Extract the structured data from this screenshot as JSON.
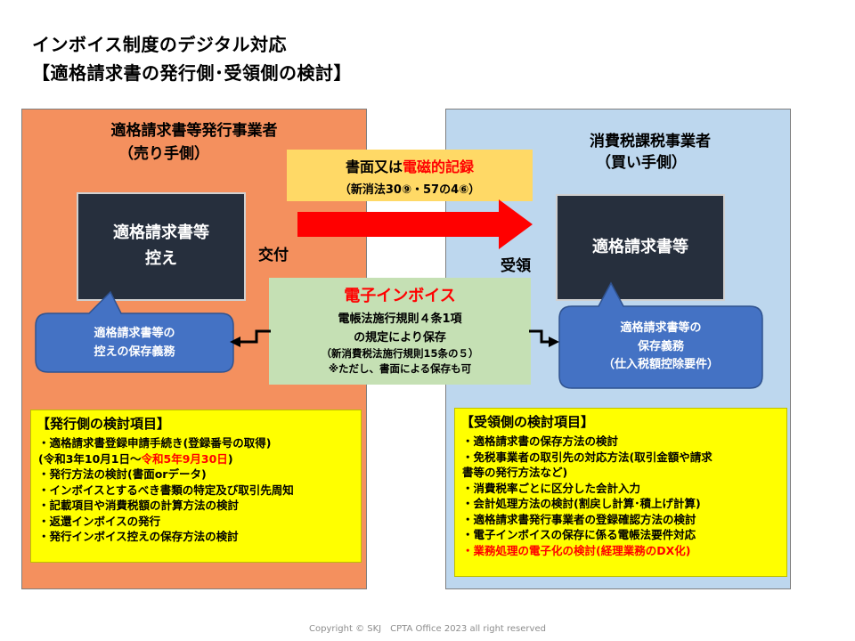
{
  "title": {
    "line1": "インボイス制度のデジタル対応",
    "line2": "【適格請求書の発行側･受領側の検討】"
  },
  "left_panel": {
    "heading1": "適格請求書等発行事業者",
    "heading2": "（売り手側）",
    "doc_box_line1": "適格請求書等",
    "doc_box_line2": "控え",
    "callout_line1": "適格請求書等の",
    "callout_line2": "控えの保存義務"
  },
  "right_panel": {
    "heading1": "消費税課税事業者",
    "heading2": "（買い手側）",
    "doc_box": "適格請求書等",
    "callout_line1": "適格請求書等の",
    "callout_line2": "保存義務",
    "callout_line3": "（仕入税額控除要件）"
  },
  "flow": {
    "issue_label": "交付",
    "receive_label": "受領",
    "medium_prefix": "書面又は",
    "medium_highlight": "電磁的記録",
    "medium_law": "（新消法30⑨・57の4⑥）",
    "einvoice_title": "電子インボイス",
    "einvoice_line1": "電帳法施行規則４条1項",
    "einvoice_line2": "の規定により保存",
    "einvoice_line3": "（新消費税法施行規則15条の５）",
    "einvoice_line4": "※ただし、書面による保存も可"
  },
  "issuer_checklist": {
    "heading": "【発行側の検討項目】",
    "items": [
      "・適格請求書登録申請手続き(登録番号の取得)",
      "(令和3年10月1日～",
      "令和5年9月30日",
      ")",
      "・発行方法の検討(書面orデータ)",
      "・インボイスとするべき書類の特定及び取引先周知",
      "・記載項目や消費税額の計算方法の検討",
      "・返還インボイスの発行",
      "・発行インボイス控えの保存方法の検討"
    ]
  },
  "receiver_checklist": {
    "heading": "【受領側の検討項目】",
    "items": [
      "・適格請求書の保存方法の検討",
      "・免税事業者の取引先の対応方法(取引金額や請求",
      "書等の発行方法など)",
      "・消費税率ごとに区分した会計入力",
      "・会計処理方法の検討(割戻し計算･積上げ計算)",
      "・適格請求書発行事業者の登録確認方法の検討",
      "・電子インボイスの保存に係る電帳法要件対応",
      "・業務処理の電子化の検討(経理業務のDX化)"
    ]
  },
  "copyright": "Copyright © SKJ　CPTA Office 2023 all right reserved",
  "colors": {
    "seller_panel": "#f4905e",
    "buyer_panel": "#bdd7ee",
    "doc_box": "#262f3d",
    "callout": "#4472c4",
    "arrow": "#ff0000",
    "highlight_red": "#ff0000",
    "checklist_bg": "#ffff00",
    "law_box": "#ffd966",
    "einvoice_box": "#c5e0b4"
  }
}
